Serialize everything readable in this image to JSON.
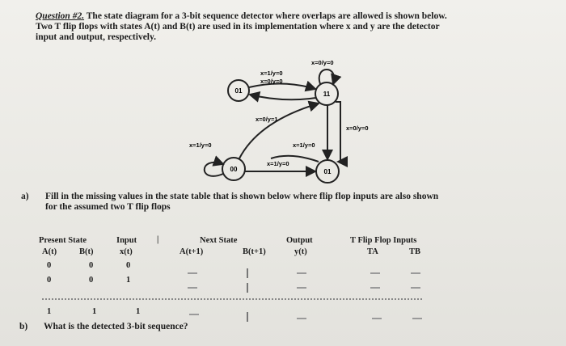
{
  "question": {
    "label": "Question #2.",
    "line1": "The state diagram for a 3-bit sequence detector where overlaps are allowed is shown below.",
    "line2": "Two T flip flops with states A(t) and B(t) are used in its implementation where x and y are the detector",
    "line3": "input and output, respectively."
  },
  "diagram": {
    "states": [
      "01",
      "11",
      "00",
      "01"
    ],
    "transitions": [
      "x=0/y=0",
      "x=1/y=0",
      "x=0/y=0",
      "x=0/y=1",
      "x=0/y=0",
      "x=1/y=0",
      "x=1/y=0",
      "x=1/y=0"
    ]
  },
  "part_a": {
    "label": "a)",
    "text1": "Fill in the missing values in the state table that is shown below where flip flop inputs are also shown",
    "text2": "for the assumed two T flip flops"
  },
  "table": {
    "header1": {
      "present_state": "Present State",
      "input": "Input",
      "next_state": "Next State",
      "output": "Output",
      "tff": "T Flip Flop Inputs"
    },
    "header2": {
      "a_t": "A(t)",
      "b_t": "B(t)",
      "x_t": "x(t)",
      "a_next": "A(t+1)",
      "b_next": "B(t+1)",
      "y_t": "y(t)",
      "ta": "TA",
      "tb": "TB"
    },
    "rows": [
      [
        "0",
        "0",
        "0"
      ],
      [
        "0",
        "0",
        "1"
      ],
      [
        "1",
        "1",
        "1"
      ]
    ]
  },
  "part_b": {
    "label": "b)",
    "text": "What is the detected 3-bit sequence?"
  }
}
